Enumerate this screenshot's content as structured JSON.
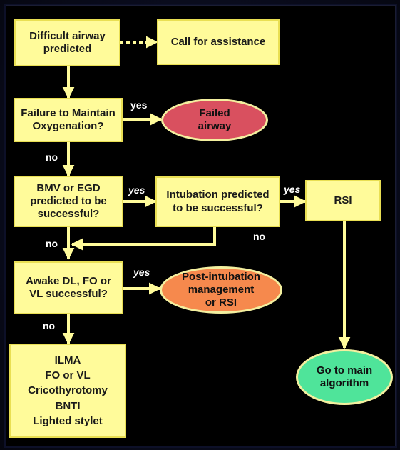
{
  "nodes": {
    "difficult_airway": "Difficult airway\npredicted",
    "call_assistance": "Call for assistance",
    "failure_oxygenation": "Failure to Maintain\nOxygenation?",
    "failed_airway": "Failed\nairway",
    "bmv_egd": "BMV or EGD\npredicted to be\nsuccessful?",
    "intubation_predicted": "Intubation predicted\nto be successful?",
    "rsi": "RSI",
    "awake_dl": "Awake DL, FO or\nVL successful?",
    "post_intubation": "Post-intubation\nmanagement\nor RSI",
    "alternatives": "ILMA\nFO or VL\nCricothyrotomy\nBNTI\nLighted stylet",
    "main_algorithm": "Go to main\nalgorithm"
  },
  "edge_labels": {
    "oxygenation_yes": "yes",
    "oxygenation_no": "no",
    "bmv_yes": "yes",
    "intubation_yes": "yes",
    "intubation_no": "no",
    "bmv_no": "no",
    "awake_yes": "yes",
    "awake_no": "no"
  },
  "colors": {
    "box_fill": "#fffb9a",
    "box_border": "#e9df53",
    "failed_airway_fill": "#d9505f",
    "post_intubation_fill": "#f6894d",
    "main_algorithm_fill": "#4fe49a",
    "oval_border": "#f3ef9f",
    "connector": "#fffb9a",
    "background": "#000000"
  }
}
